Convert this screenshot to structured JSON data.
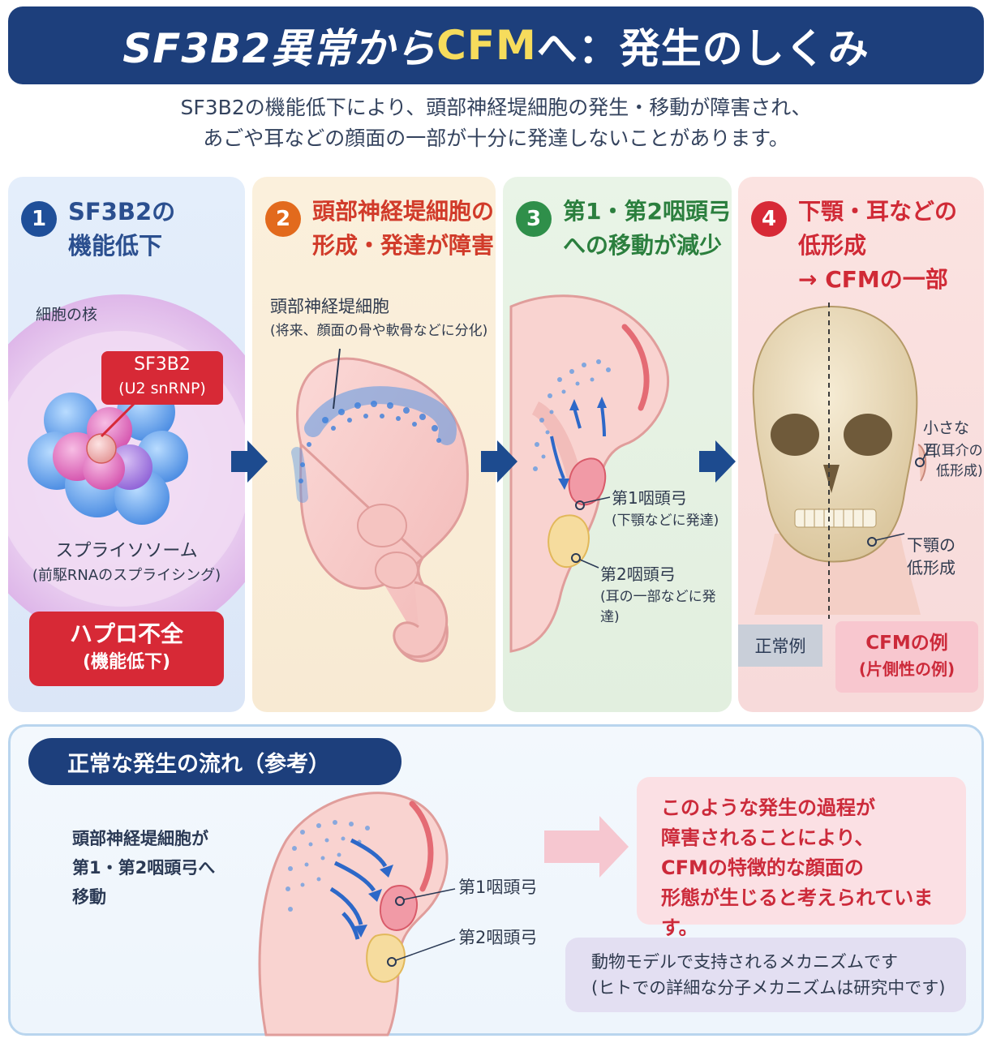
{
  "title": {
    "part1": "SF3B2異常から",
    "part2": "CFM",
    "part3": "へ：発生のしくみ"
  },
  "subtitle": {
    "line1": "SF3B2の機能低下により、頭部神経堤細胞の発生・移動が障害され、",
    "line2": "あごや耳などの顔面の一部が十分に発達しないことがあります。"
  },
  "colors": {
    "navy": "#1d3f7c",
    "blue_step": "#1f4f99",
    "orange_step": "#e26a1d",
    "green_step": "#2f8f4a",
    "red_step": "#d72936",
    "accent_yellow": "#f6dc5c"
  },
  "steps": [
    {
      "num": "1",
      "title": "SF3B2の\n機能低下",
      "color": "#1f4f99",
      "title_color": "#2b4f8f"
    },
    {
      "num": "2",
      "title": "頭部神経堤細胞の\n形成・発達が障害",
      "color": "#e26a1d",
      "title_color": "#d13b2a"
    },
    {
      "num": "3",
      "title": "第1・第2咽頭弓\nへの移動が減少",
      "color": "#2f8f4a",
      "title_color": "#2b7f3e"
    },
    {
      "num": "4",
      "title": "下顎・耳などの\n低形成\n→ CFMの一部",
      "color": "#d72936",
      "title_color": "#d02a36"
    }
  ],
  "panel1": {
    "nucleus_label": "細胞の核",
    "sf3b2_tag": "SF3B2",
    "sf3b2_sub": "(U2 snRNP)",
    "spliceosome": "スプライソソーム",
    "spliceosome_sub": "(前駆RNAのスプライシング)",
    "haplo": "ハプロ不全",
    "haplo_sub": "(機能低下)"
  },
  "panel2": {
    "label": "頭部神経堤細胞",
    "label_sub": "(将来、顔面の骨や軟骨などに分化)"
  },
  "panel3": {
    "arch1": "第1咽頭弓",
    "arch1_sub": "(下顎などに発達)",
    "arch2": "第2咽頭弓",
    "arch2_sub": "(耳の一部などに発達)"
  },
  "panel4": {
    "ear": "小さな耳",
    "ear_sub": "(耳介の\n低形成)",
    "jaw": "下顎の\n低形成",
    "normal": "正常例",
    "cfm": "CFMの例",
    "cfm_sub": "(片側性の例)"
  },
  "bottom": {
    "tag": "正常な発生の流れ（参考）",
    "desc": "頭部神経堤細胞が\n第1・第2咽頭弓へ\n移動",
    "arch1": "第1咽頭弓",
    "arch2": "第2咽頭弓",
    "pink": "このような発生の過程が\n障害されることにより、\nCFMの特徴的な顔面の\n形態が生じると考えられています。",
    "purple": "動物モデルで支持されるメカニズムです\n(ヒトでの詳細な分子メカニズムは研究中です)"
  }
}
